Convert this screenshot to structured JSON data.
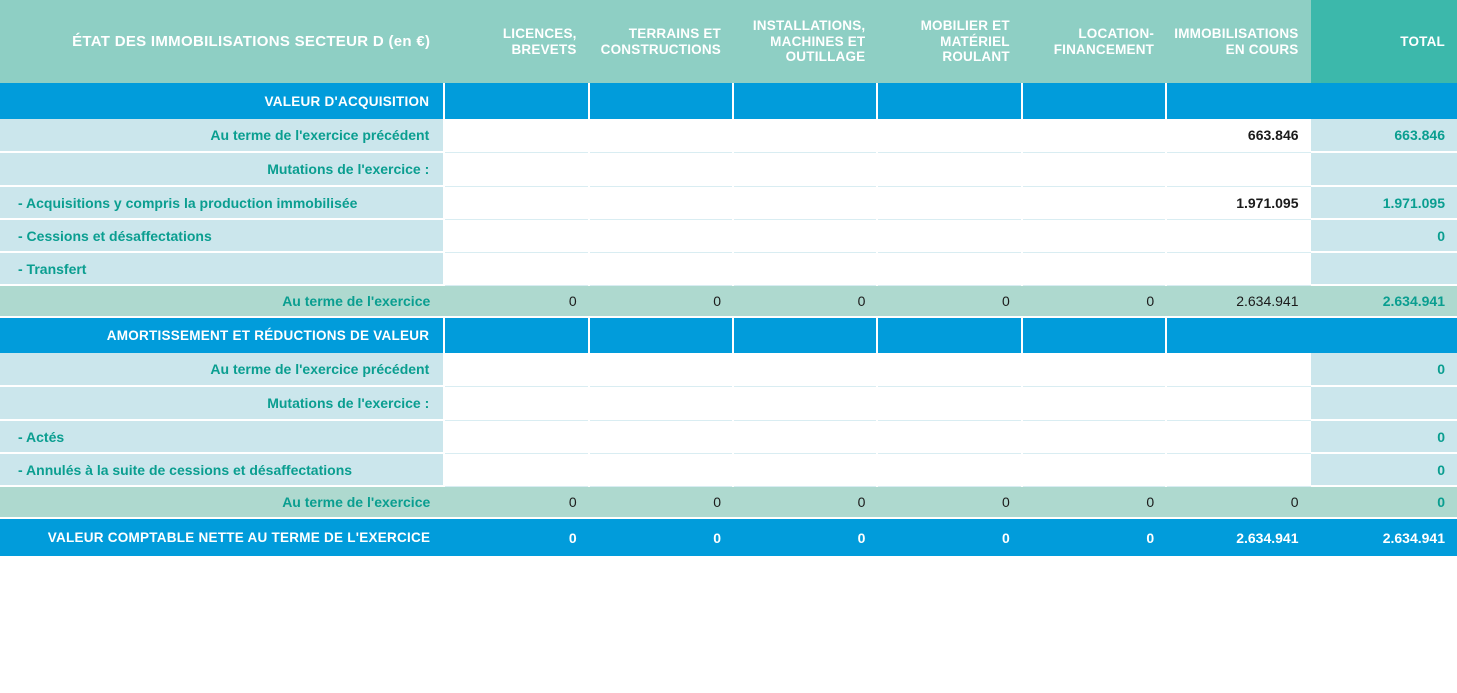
{
  "header": {
    "title": "ÉTAT DES IMMOBILISATIONS SECTEUR D  (en €)",
    "columns": [
      {
        "label": "LICENCES, BREVETS"
      },
      {
        "label": "TERRAINS ET CONSTRUCTIONS"
      },
      {
        "label": "INSTALLATIONS, MACHINES ET OUTILLAGE"
      },
      {
        "label": "MOBILIER ET MATÉRIEL ROULANT"
      },
      {
        "label": "LOCATION-FINANCEMENT"
      },
      {
        "label": "IMMOBILISATIONS EN COURS"
      }
    ],
    "total_label": "TOTAL"
  },
  "sections": [
    {
      "band": "VALEUR D'ACQUISITION",
      "rows": [
        {
          "label": "Au terme de l'exercice précédent",
          "align": "right",
          "values": [
            "",
            "",
            "",
            "",
            "",
            "663.846"
          ],
          "total": "663.846"
        },
        {
          "label": "Mutations de l'exercice :",
          "align": "right",
          "values": [
            "",
            "",
            "",
            "",
            "",
            ""
          ],
          "total": ""
        },
        {
          "label": "- Acquisitions y compris la production immobilisée",
          "align": "left",
          "values": [
            "",
            "",
            "",
            "",
            "",
            "1.971.095"
          ],
          "total": "1.971.095"
        },
        {
          "label": "- Cessions et désaffectations",
          "align": "left",
          "values": [
            "",
            "",
            "",
            "",
            "",
            ""
          ],
          "total": "0"
        },
        {
          "label": "- Transfert",
          "align": "left",
          "values": [
            "",
            "",
            "",
            "",
            "",
            ""
          ],
          "total": ""
        }
      ],
      "subtotal": {
        "label": "Au terme de l'exercice",
        "values": [
          "0",
          "0",
          "0",
          "0",
          "0",
          "2.634.941"
        ],
        "total": "2.634.941"
      }
    },
    {
      "band": "AMORTISSEMENT ET RÉDUCTIONS DE VALEUR",
      "rows": [
        {
          "label": "Au terme de l'exercice précédent",
          "align": "right",
          "values": [
            "",
            "",
            "",
            "",
            "",
            ""
          ],
          "total": "0"
        },
        {
          "label": "Mutations de l'exercice :",
          "align": "right",
          "values": [
            "",
            "",
            "",
            "",
            "",
            ""
          ],
          "total": ""
        },
        {
          "label": "- Actés",
          "align": "left",
          "values": [
            "",
            "",
            "",
            "",
            "",
            ""
          ],
          "total": "0"
        },
        {
          "label": "- Annulés à la suite de cessions et désaffectations",
          "align": "left",
          "values": [
            "",
            "",
            "",
            "",
            "",
            ""
          ],
          "total": "0"
        }
      ],
      "subtotal": {
        "label": "Au terme de l'exercice",
        "values": [
          "0",
          "0",
          "0",
          "0",
          "0",
          "0"
        ],
        "total": "0"
      }
    }
  ],
  "final_row": {
    "label": "VALEUR COMPTABLE NETTE AU TERME DE L'EXERCICE",
    "values": [
      "0",
      "0",
      "0",
      "0",
      "0",
      "2.634.941"
    ],
    "total": "2.634.941"
  },
  "colors": {
    "header_teal": "#8ecfc4",
    "header_total_teal": "#3cb8ab",
    "band_blue": "#019cdb",
    "label_bg": "#cbe6ec",
    "subtotal_bg": "#aed9cf",
    "text_teal": "#0a9e90",
    "cell_bg": "#ffffff"
  }
}
